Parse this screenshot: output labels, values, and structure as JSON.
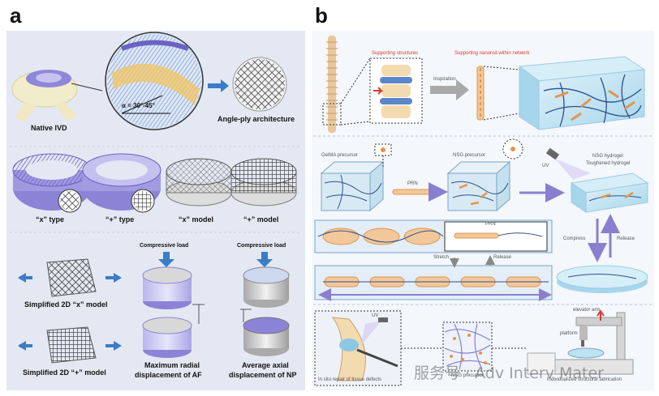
{
  "panel_a": {
    "letter": "a",
    "native_ivd": "Native IVD",
    "angle": "α = 30°-45°",
    "angle_ply": "Angle-ply architecture",
    "x_type": "“x” type",
    "plus_type": "“+” type",
    "x_model": "“x” model",
    "plus_model": "“+” model",
    "compressive_load_1": "Compressive load",
    "compressive_load_2": "Compressive load",
    "simplified_x": "Simplified 2D “x” model",
    "simplified_plus": "Simplified 2D “+” model",
    "max_radial_1": "Maximum radial",
    "max_radial_2": "displacement of AF",
    "avg_axial_1": "Average axial",
    "avg_axial_2": "displacement of NP"
  },
  "panel_b": {
    "letter": "b",
    "supporting_structures": "Supporting structures",
    "inspiration": "Inspiration",
    "supporting_nanorod": "Supporting nanorod within network",
    "gelma_precursor": "GelMA precursor",
    "prn_1": "PRN",
    "nsg_precursor": "NSG precursor",
    "uv_1": "UV",
    "nsg_hydrogel": "NSG hydrogel",
    "toughened_hydrogel": "Toughened hydrogel",
    "prn_2": "PRN",
    "compress": "Compress",
    "release_1": "Release",
    "stretch": "Stretch",
    "release_2": "Release",
    "uv_2": "UV",
    "elevator_arm": "elevator arm",
    "platform": "platform",
    "in_situ": "In situ repair of tissue defects",
    "nsg_precursor_2": "NSG precursor",
    "individualized": "Individualized structural fabrication"
  },
  "watermark": "服务号 · Adv Interv Mater",
  "colors": {
    "panel_a_bg": "#e4e8f3",
    "panel_b_bg": "#f4f7fb",
    "purple": "#8b84d6",
    "arrow_blue": "#3b7cc6",
    "hydrogel": "#bfe2f2",
    "nanorod_orange": "#e4944a",
    "network_blue": "#2e4f8f"
  }
}
